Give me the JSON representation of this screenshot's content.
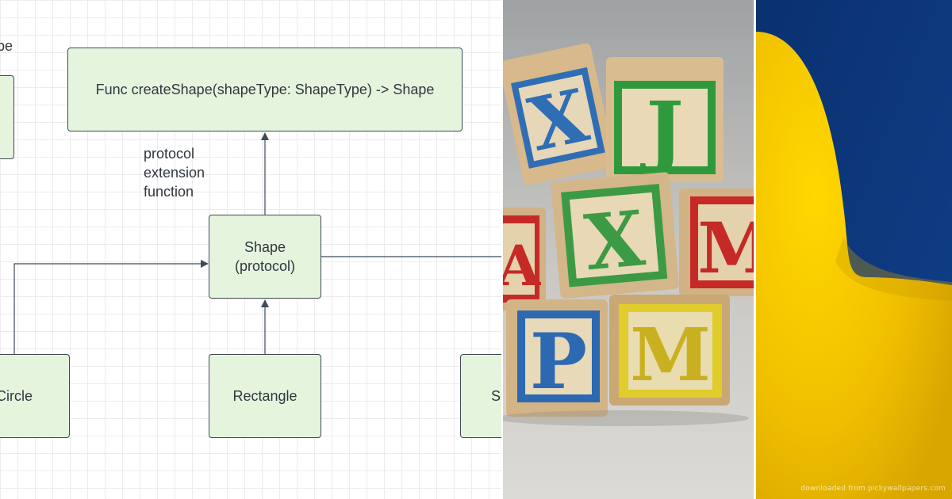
{
  "diagram": {
    "top_node_label": "Func createShape(shapeType: ShapeType) -> Shape",
    "annotation": "protocol\nextension\nfunction",
    "protocol_node_label": "Shape\n(protocol)",
    "circle_label": "Circle",
    "rectangle_label": "Rectangle",
    "right_node_label": "S",
    "partial_top_left_label": "pe"
  },
  "blocks_photo": {
    "description_icon": "alphabet-blocks-photo",
    "letters": [
      "X",
      "J",
      "X",
      "M",
      "P",
      "M",
      "A"
    ]
  },
  "duck_photo": {
    "description_icon": "rubber-duck-photo",
    "watermark": "downloaded from pickywallpapers.com"
  },
  "colors": {
    "node_fill": "#e5f4dd",
    "node_border": "#3f4a56",
    "duck_yellow": "#f4c400",
    "duck_background": "#0d3778"
  }
}
